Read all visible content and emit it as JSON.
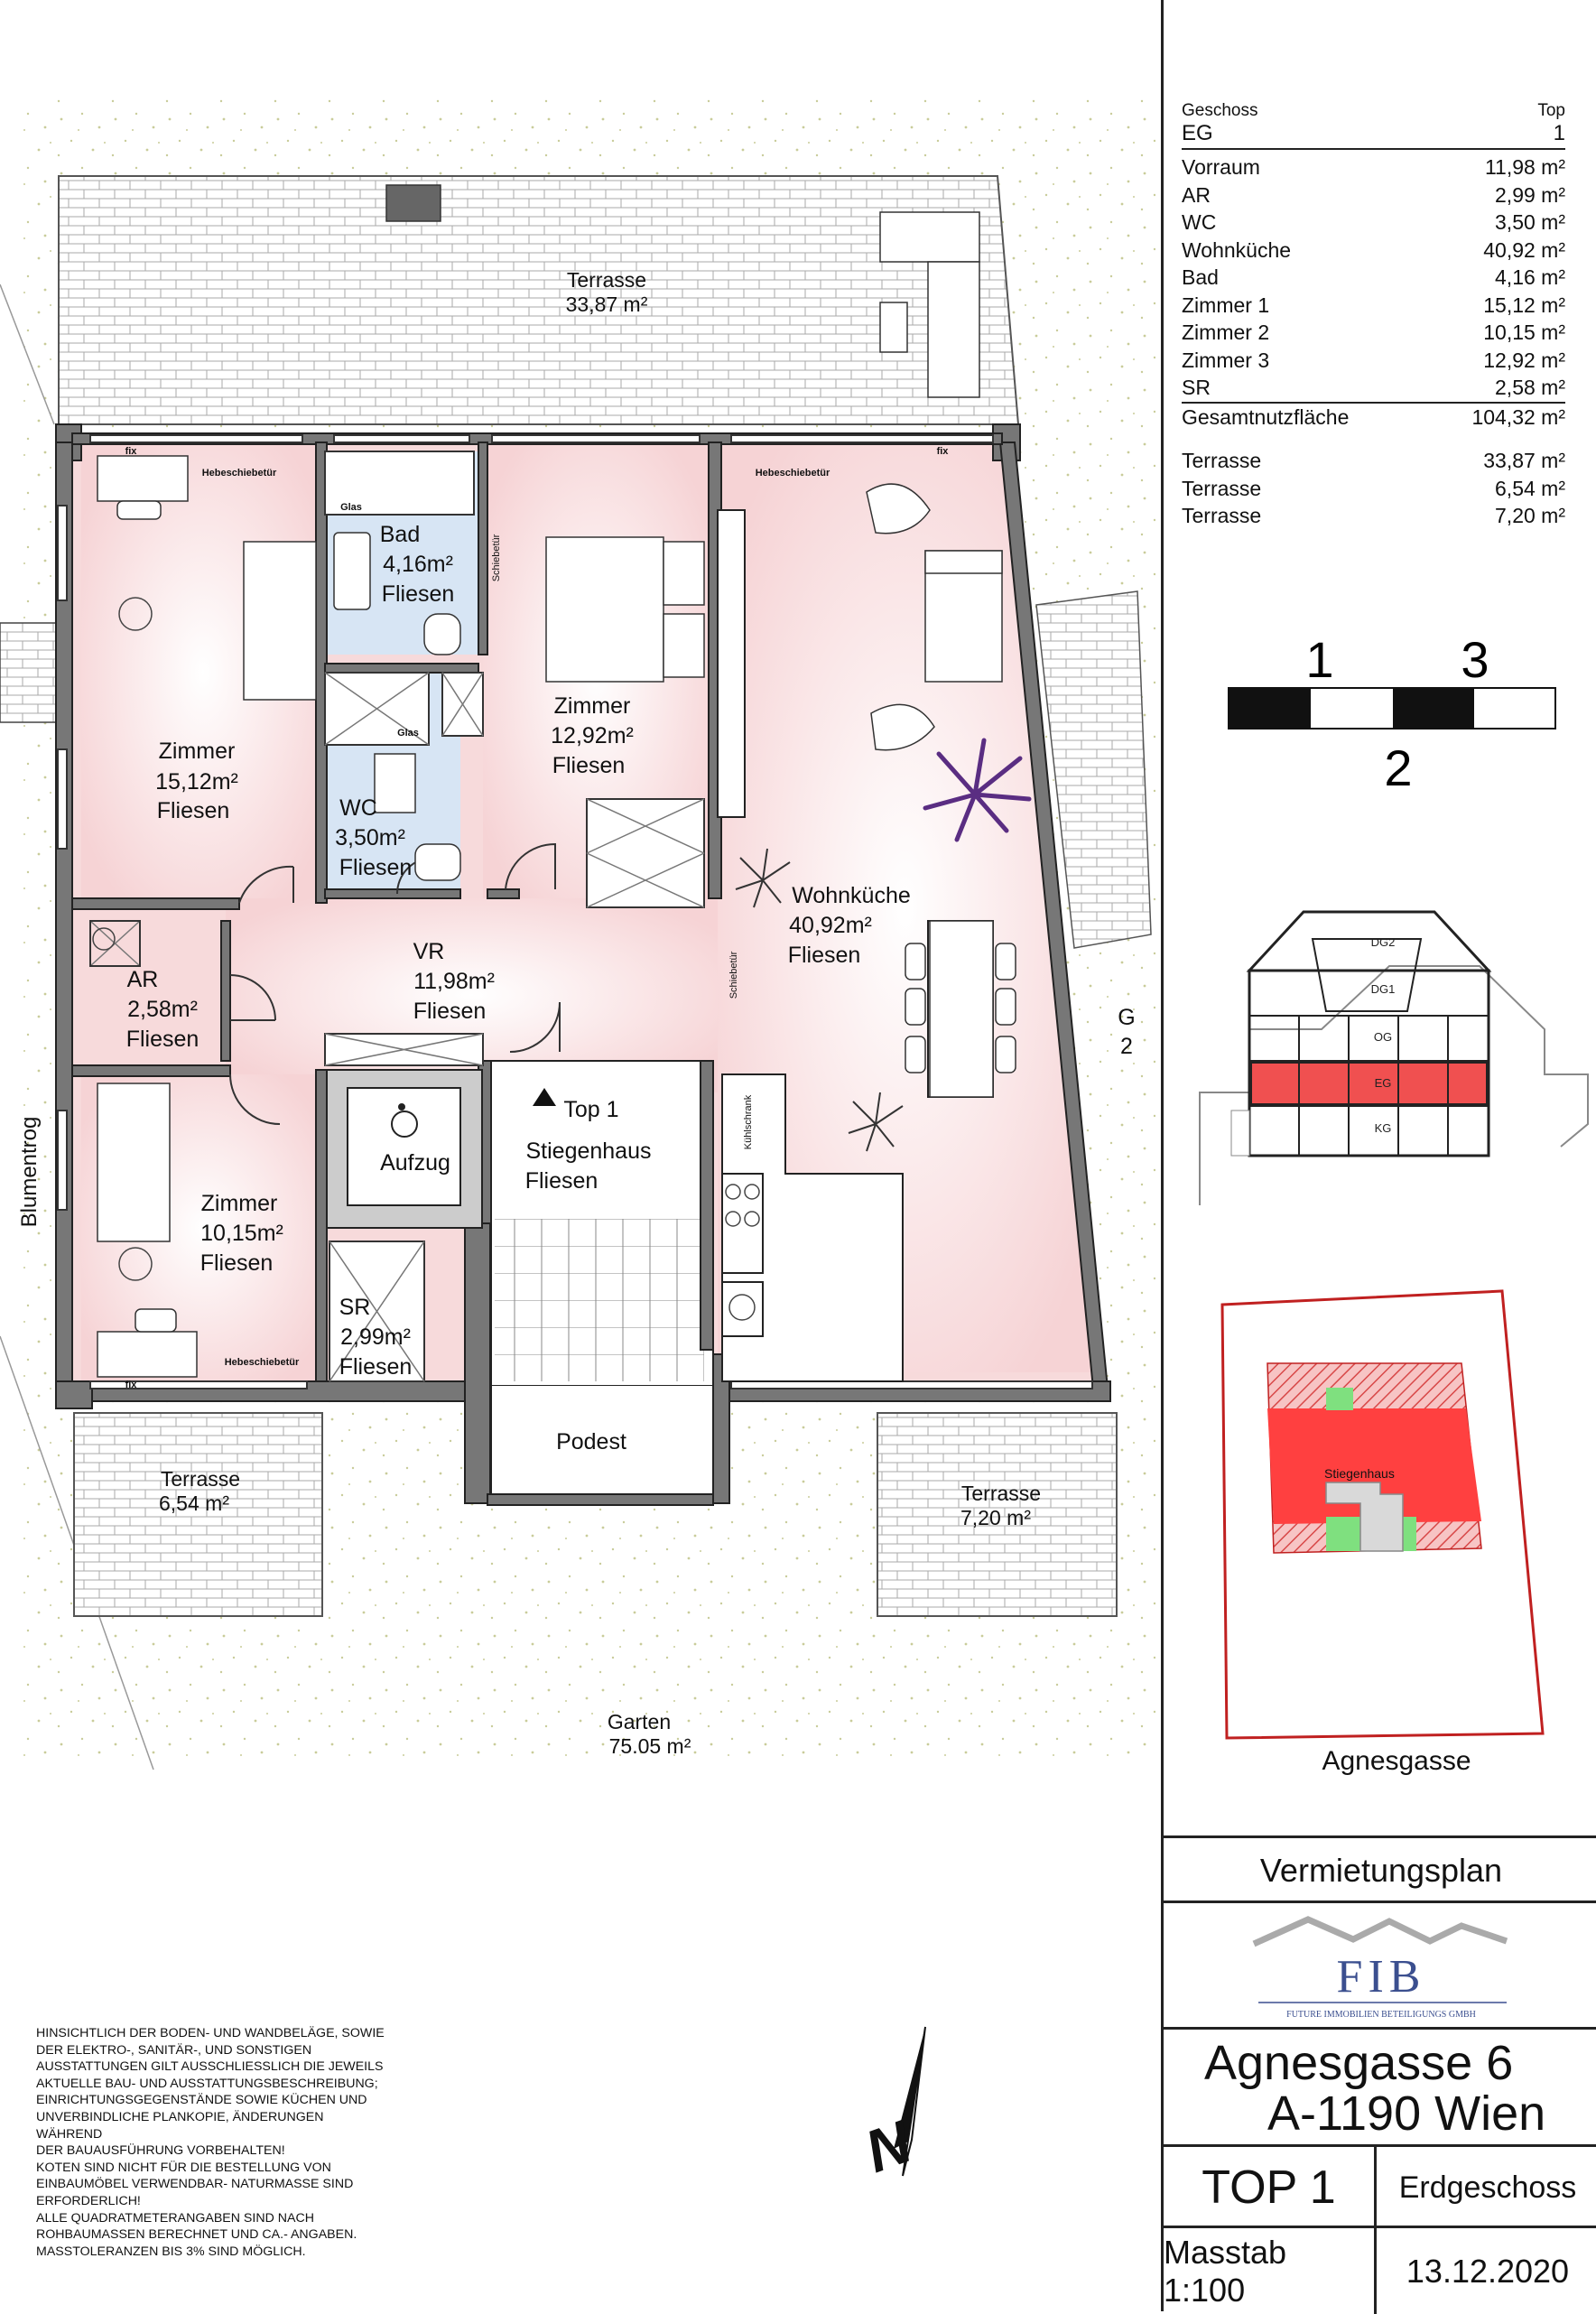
{
  "rooms": {
    "terrasse_top": {
      "name": "Terrasse",
      "area": "33,87 m²"
    },
    "zimmer1": {
      "name": "Zimmer",
      "area": "15,12m²",
      "floor": "Fliesen"
    },
    "bad": {
      "name": "Bad",
      "area": "4,16m²",
      "floor": "Fliesen"
    },
    "zimmer3": {
      "name": "Zimmer",
      "area": "12,92m²",
      "floor": "Fliesen"
    },
    "wc": {
      "name": "WC",
      "area": "3,50m²",
      "floor": "Fliesen"
    },
    "wohnkueche": {
      "name": "Wohnküche",
      "area": "40,92m²",
      "floor": "Fliesen"
    },
    "vr": {
      "name": "VR",
      "area": "11,98m²",
      "floor": "Fliesen"
    },
    "ar": {
      "name": "AR",
      "area": "2,58m²",
      "floor": "Fliesen"
    },
    "zimmer2": {
      "name": "Zimmer",
      "area": "10,15m²",
      "floor": "Fliesen"
    },
    "aufzug": {
      "name": "Aufzug"
    },
    "sr": {
      "name": "SR",
      "area": "2,99m²",
      "floor": "Fliesen"
    },
    "stiegenhaus": {
      "top": "Top 1",
      "name": "Stiegenhaus",
      "floor": "Fliesen"
    },
    "podest": {
      "name": "Podest"
    },
    "terrasse_left": {
      "name": "Terrasse",
      "area": "6,54 m²"
    },
    "terrasse_right": {
      "name": "Terrasse",
      "area": "7,20 m²"
    },
    "garten": {
      "name": "Garten",
      "area": "75.05 m²"
    }
  },
  "plan_labels": {
    "blumentrog": "Blumentrog",
    "hebeschiebetuer": "Hebeschiebetür",
    "fix": "fix",
    "glas": "Glas",
    "schiebetuer": "Schiebetür",
    "kuehlschrank": "Kühlschrank",
    "edge_char1": "G",
    "edge_char2": "2"
  },
  "legend": {
    "col1_head": "Geschoss",
    "col2_head": "Top",
    "geschoss": "EG",
    "top": "1",
    "rows": [
      {
        "name": "Vorraum",
        "area": "11,98 m²"
      },
      {
        "name": "AR",
        "area": "2,99 m²"
      },
      {
        "name": "WC",
        "area": "3,50 m²"
      },
      {
        "name": "Wohnküche",
        "area": "40,92 m²"
      },
      {
        "name": "Bad",
        "area": "4,16 m²"
      },
      {
        "name": "Zimmer 1",
        "area": "15,12 m²"
      },
      {
        "name": "Zimmer 2",
        "area": "10,15 m²"
      },
      {
        "name": "Zimmer 3",
        "area": "12,92 m²"
      },
      {
        "name": "SR",
        "area": "2,58 m²"
      }
    ],
    "total": {
      "name": "Gesamtnutzfläche",
      "area": "104,32 m²"
    },
    "terraces": [
      {
        "name": "Terrasse",
        "area": "33,87 m²"
      },
      {
        "name": "Terrasse",
        "area": "6,54 m²"
      },
      {
        "name": "Terrasse",
        "area": "7,20 m²"
      }
    ]
  },
  "scale_bar": {
    "label1": "1",
    "label2": "2",
    "label3": "3"
  },
  "section": {
    "dg2": "DG2",
    "dg1": "DG1",
    "og": "OG",
    "eg": "EG",
    "kg": "KG"
  },
  "site_plan": {
    "stiegenhaus": "Stiegenhaus",
    "street": "Agnesgasse"
  },
  "title_block": {
    "plan_type": "Vermietungsplan",
    "logo": "FIB",
    "logo_sub": "FUTURE IMMOBILIEN BETEILIGUNGS GMBH",
    "address1": "Agnesgasse 6",
    "address2": "A-1190 Wien",
    "top": "TOP 1",
    "floor": "Erdgeschoss",
    "scale": "Masstab 1:100",
    "date": "13.12.2020"
  },
  "notes": [
    "HINSICHTLICH DER BODEN- UND WANDBELÄGE, SOWIE",
    "DER ELEKTRO-, SANITÄR-, UND SONSTIGEN",
    "AUSSTATTUNGEN GILT AUSSCHLIESSLICH DIE JEWEILS",
    "AKTUELLE BAU- UND AUSSTATTUNGSBESCHREIBUNG;",
    "EINRICHTUNGSGEGENSTÄNDE SOWIE KÜCHEN UND",
    "UNVERBINDLICHE PLANKOPIE, ÄNDERUNGEN",
    "WÄHREND",
    "DER BAUAUSFÜHRUNG VORBEHALTEN!",
    "KOTEN SIND NICHT FÜR DIE BESTELLUNG VON",
    "EINBAUMÖBEL VERWENDBAR- NATURMASSE SIND",
    "ERFORDERLICH!",
    "ALLE QUADRATMETERANGABEN SIND NACH",
    "ROHBAUMASSEN BERECHNET UND CA.- ANGABEN.",
    "MASSTOLERANZEN BIS 3% SIND MÖGLICH."
  ],
  "north": "N"
}
